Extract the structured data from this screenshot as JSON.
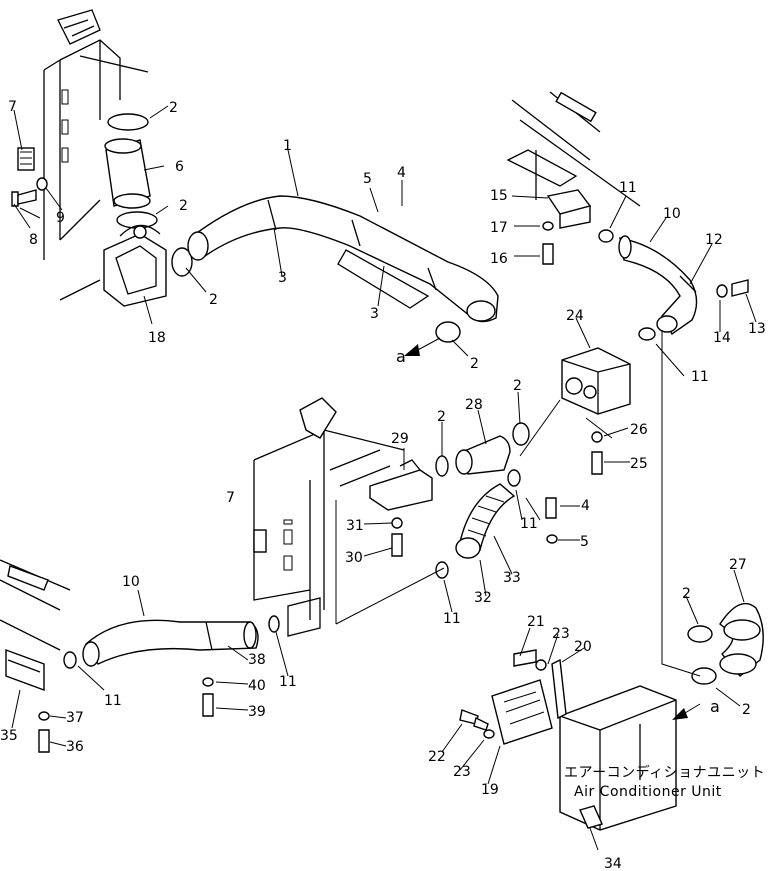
{
  "caption_jp": "エアーコンディショナユニット",
  "caption_en": "Air Conditioner Unit",
  "arrow_marks": [
    "a",
    "a"
  ],
  "callouts": [
    "1",
    "2",
    "2",
    "2",
    "2",
    "2",
    "2",
    "2",
    "2",
    "3",
    "3",
    "4",
    "4",
    "5",
    "5",
    "6",
    "7",
    "7",
    "8",
    "9",
    "10",
    "10",
    "11",
    "11",
    "11",
    "11",
    "11",
    "11",
    "12",
    "13",
    "14",
    "15",
    "16",
    "17",
    "18",
    "19",
    "20",
    "21",
    "22",
    "23",
    "23",
    "24",
    "25",
    "26",
    "27",
    "28",
    "29",
    "30",
    "31",
    "32",
    "33",
    "34",
    "35",
    "36",
    "37",
    "38",
    "39",
    "40"
  ]
}
